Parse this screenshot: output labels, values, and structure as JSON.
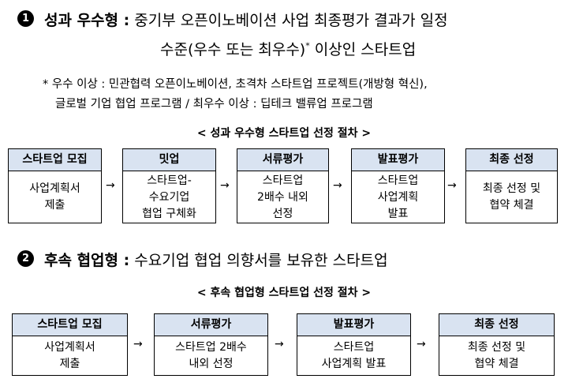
{
  "section1": {
    "number": "1",
    "title_bold": "성과 우수형 :",
    "title_line1": "중기부 오픈이노베이션 사업 최종평가 결과가 일정",
    "title_line2": "수준(우수 또는 최우수)",
    "title_sup": "*",
    "title_line2_end": "이상인 스타트업",
    "note_line1": "* 우수 이상 : 민관협력 오픈이노베이션, 초격차 스타트업 프로젝트(개방형 혁신),",
    "note_line2": "글로벌 기업 협업 프로그램 / 최우수 이상 : 딥테크 밸류업 프로그램",
    "process_title": "< 성과 우수형 스타트업 선정 절차 >",
    "steps": [
      {
        "head": "스타트업 모집",
        "body": [
          "사업계획서",
          "제출"
        ]
      },
      {
        "head": "밋업",
        "body": [
          "스타트업-",
          "수요기업",
          "협업 구체화"
        ]
      },
      {
        "head": "서류평가",
        "body": [
          "스타트업",
          "2배수 내외",
          "선정"
        ]
      },
      {
        "head": "발표평가",
        "body": [
          "스타트업",
          "사업계획",
          "발표"
        ]
      },
      {
        "head": "최종 선정",
        "body": [
          "최종 선정 및",
          "협약 체결"
        ]
      }
    ]
  },
  "section2": {
    "number": "2",
    "title_bold": "후속 협업형 :",
    "title_line1": "수요기업 협업 의향서를 보유한 스타트업",
    "process_title": "< 후속 협업형 스타트업 선정 절차 >",
    "steps": [
      {
        "head": "스타트업 모집",
        "body": [
          "사업계획서",
          "제출"
        ]
      },
      {
        "head": "서류평가",
        "body": [
          "스타트업 2배수",
          "내외 선정"
        ]
      },
      {
        "head": "발표평가",
        "body": [
          "스타트업",
          "사업계획 발표"
        ]
      },
      {
        "head": "최종 선정",
        "body": [
          "최종 선정 및",
          "협약 체결"
        ]
      }
    ]
  },
  "arrow_glyph": "→"
}
